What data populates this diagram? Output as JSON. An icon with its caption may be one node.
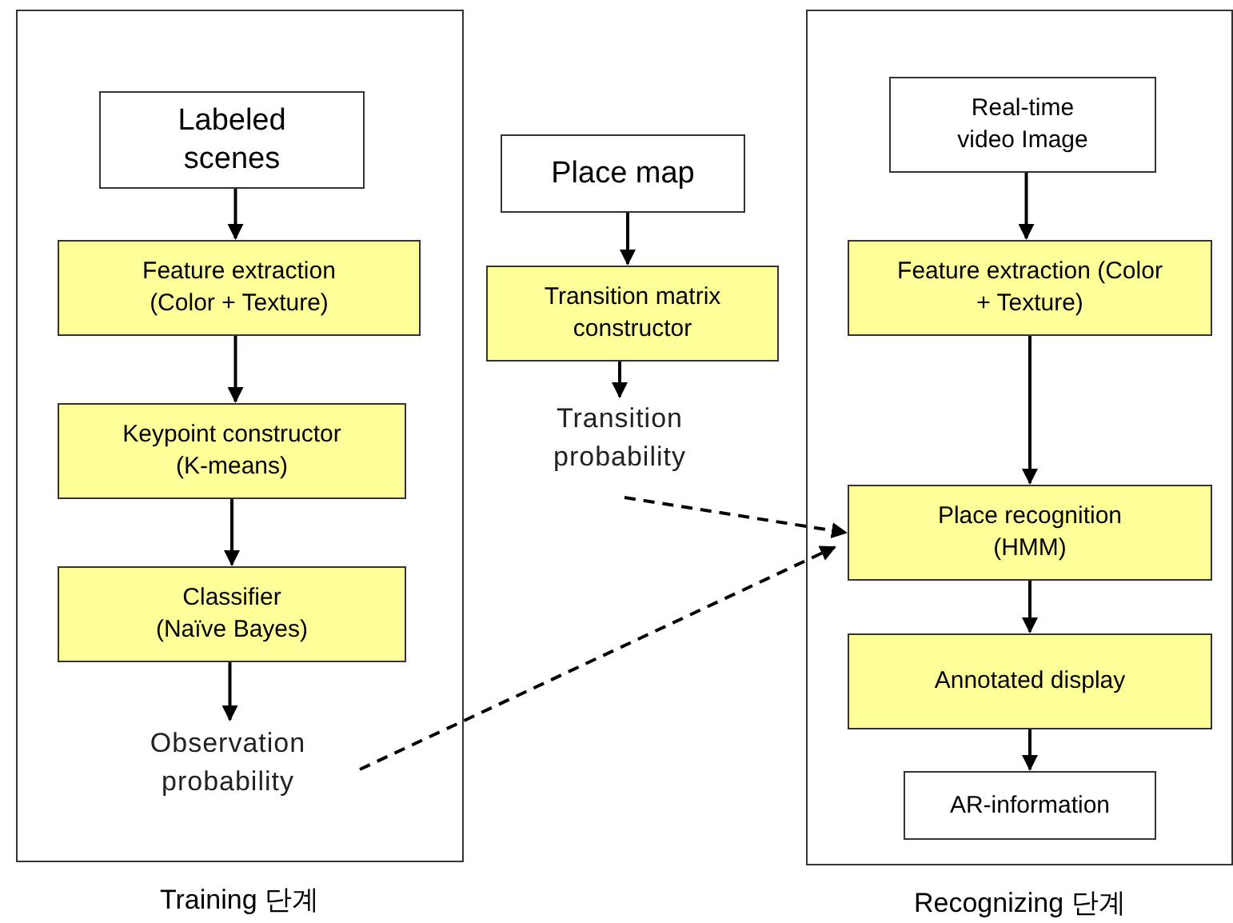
{
  "diagram": {
    "nodes": [
      {
        "text": [
          "Training 단계"
        ]
      },
      {
        "text": [
          "Labeled scenes"
        ],
        "in": 0
      },
      {
        "text": [
          "Feature extraction (Color + Texture)"
        ],
        "in": 0
      },
      {
        "text": [
          "Keypoint constructor (K-means)"
        ],
        "in": 0
      },
      {
        "text": [
          "Classifier (Naïve Bayes)"
        ],
        "in": 0
      },
      {
        "text": [
          "Observation probability"
        ],
        "in": 0
      },
      {
        "text": [
          "Place map"
        ]
      },
      {
        "text": [
          "Transition matrix constructor"
        ]
      },
      {
        "text": [
          "Transition probability"
        ]
      },
      {
        "text": [
          "Recognizing 단계"
        ]
      },
      {
        "text": [
          "Real-time video Image"
        ],
        "in": 9
      },
      {
        "text": [
          "Feature extraction (Color + Texture)"
        ],
        "in": 9
      },
      {
        "text": [
          "Place recognition (HMM)"
        ],
        "in": 9
      },
      {
        "text": [
          "Annotated display"
        ],
        "in": 9
      },
      {
        "text": [
          "AR-information"
        ],
        "in": 9
      }
    ],
    "edges": [
      {
        "from": 1,
        "to": 2,
        "arrow": "to"
      },
      {
        "from": 2,
        "to": 3,
        "arrow": "to"
      },
      {
        "from": 3,
        "to": 4,
        "arrow": "to"
      },
      {
        "from": 4,
        "to": 5,
        "arrow": "to"
      },
      {
        "from": 6,
        "to": 7,
        "arrow": "to"
      },
      {
        "from": 7,
        "to": 8,
        "arrow": "to"
      },
      {
        "from": 10,
        "to": 11,
        "arrow": "to"
      },
      {
        "from": 11,
        "to": 12,
        "arrow": "to"
      },
      {
        "from": 12,
        "to": 13,
        "arrow": "to"
      },
      {
        "from": 13,
        "to": 14,
        "arrow": "to"
      },
      {
        "from": 8,
        "to": 12,
        "arrow": "to",
        "style": "dashed"
      },
      {
        "from": 5,
        "to": 12,
        "arrow": "to",
        "style": "dashed"
      }
    ]
  }
}
